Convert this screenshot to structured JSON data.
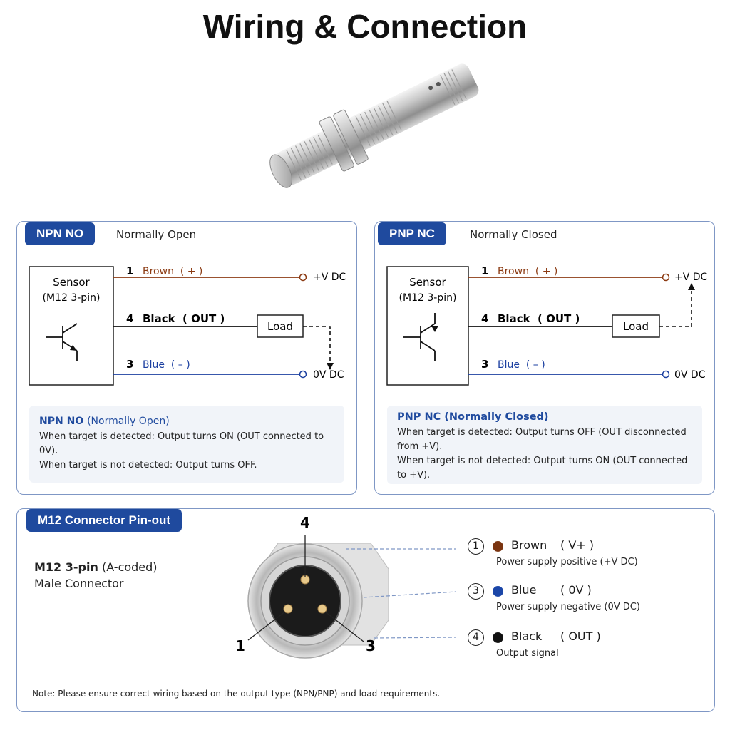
{
  "title": "Wiring & Connection",
  "npn": {
    "tag": "NPN NO",
    "subtitle": "Normally Open",
    "sensor_line1": "Sensor",
    "sensor_line2": "(M12 3-pin)",
    "wire1_num": "1",
    "wire1_label": "Brown  ( + )",
    "wire1_end": "+V DC",
    "wire4_num": "4",
    "wire4_label": "Black  ( OUT )",
    "load": "Load",
    "wire3_num": "3",
    "wire3_label": "Blue  ( – )",
    "wire3_end": "0V DC",
    "info_title": "NPN NO",
    "info_title_paren": "(Normally Open)",
    "info_line1": "When target is detected: Output turns ON (OUT connected to 0V).",
    "info_line2": "When target is not detected: Output turns OFF."
  },
  "pnp": {
    "tag": "PNP NC",
    "subtitle": "Normally Closed",
    "sensor_line1": "Sensor",
    "sensor_line2": "(M12 3-pin)",
    "wire1_num": "1",
    "wire1_label": "Brown  ( + )",
    "wire1_end": "+V DC",
    "wire4_num": "4",
    "wire4_label": "Black  ( OUT )",
    "load": "Load",
    "wire3_num": "3",
    "wire3_label": "Blue  ( – )",
    "wire3_end": "0V DC",
    "info_title": "PNP NC",
    "info_title_paren": "(Normally Closed)",
    "info_line1": "When target is detected: Output turns OFF (OUT disconnected from +V).",
    "info_line2": "When target is not detected: Output turns ON (OUT connected to +V)."
  },
  "m12": {
    "tag": "M12 Connector Pin-out",
    "type_bold": "M12 3-pin",
    "type_rest": "(A-coded)",
    "gender": "Male Connector",
    "pin_label_top": "4",
    "pin_label_left": "1",
    "pin_label_right": "3",
    "pins": [
      {
        "num": "1",
        "color_name": "Brown",
        "signal": "( V+ )",
        "desc": "Power supply positive (+V DC)",
        "color": "#7a3410"
      },
      {
        "num": "3",
        "color_name": "Blue",
        "signal": "( 0V )",
        "desc": "Power supply negative (0V DC)",
        "color": "#1b46a8"
      },
      {
        "num": "4",
        "color_name": "Black",
        "signal": "( OUT )",
        "desc": "Output signal",
        "color": "#111111"
      }
    ]
  },
  "note": "Note: Please ensure correct wiring based on the output type (NPN/PNP) and load requirements.",
  "colors": {
    "accent": "#1f4a9e",
    "brown_wire": "#8b3a12",
    "blue_wire": "#1b3fa0",
    "black_wire": "#111111"
  },
  "icons": [
    "sensor-product-image",
    "npn-transistor-icon",
    "pnp-transistor-icon",
    "m12-connector-face-icon"
  ]
}
